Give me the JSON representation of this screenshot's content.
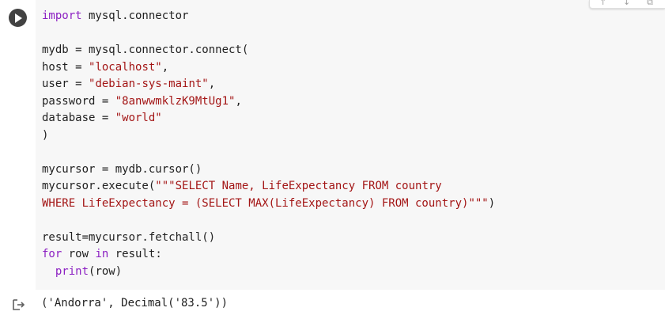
{
  "cell": {
    "run_icon": "play-icon",
    "toolbar_icons": [
      "arrow-up-icon",
      "arrow-down-icon",
      "link-icon"
    ],
    "code_lines": [
      [
        {
          "t": "kw",
          "v": "import"
        },
        {
          "t": "p",
          "v": " mysql.connector"
        }
      ],
      [],
      [
        {
          "t": "p",
          "v": "mydb = mysql.connector.connect("
        }
      ],
      [
        {
          "t": "p",
          "v": "host = "
        },
        {
          "t": "str",
          "v": "\"localhost\""
        },
        {
          "t": "p",
          "v": ","
        }
      ],
      [
        {
          "t": "p",
          "v": "user = "
        },
        {
          "t": "str",
          "v": "\"debian-sys-maint\""
        },
        {
          "t": "p",
          "v": ","
        }
      ],
      [
        {
          "t": "p",
          "v": "password = "
        },
        {
          "t": "str",
          "v": "\"8anwwmklzK9MtUg1\""
        },
        {
          "t": "p",
          "v": ","
        }
      ],
      [
        {
          "t": "p",
          "v": "database = "
        },
        {
          "t": "str",
          "v": "\"world\""
        }
      ],
      [
        {
          "t": "p",
          "v": ")"
        }
      ],
      [],
      [
        {
          "t": "p",
          "v": "mycursor = mydb.cursor()"
        }
      ],
      [
        {
          "t": "p",
          "v": "mycursor.execute("
        },
        {
          "t": "str",
          "v": "\"\"\"SELECT Name, LifeExpectancy FROM country"
        }
      ],
      [
        {
          "t": "str",
          "v": "WHERE LifeExpectancy = (SELECT MAX(LifeExpectancy) FROM country)\"\"\""
        },
        {
          "t": "p",
          "v": ")"
        }
      ],
      [],
      [
        {
          "t": "p",
          "v": "result=mycursor.fetchall()"
        }
      ],
      [
        {
          "t": "kw",
          "v": "for"
        },
        {
          "t": "p",
          "v": " row "
        },
        {
          "t": "kw",
          "v": "in"
        },
        {
          "t": "p",
          "v": " result:"
        }
      ],
      [
        {
          "t": "p",
          "v": "  "
        },
        {
          "t": "kw",
          "v": "print"
        },
        {
          "t": "p",
          "v": "(row)"
        }
      ]
    ]
  },
  "output": {
    "icon": "output-arrow-icon",
    "text": "('Andorra', Decimal('83.5'))"
  },
  "colors": {
    "keyword": "#8b1fc2",
    "string": "#a31515",
    "code_background": "#f7f7f7",
    "run_button": "#424242"
  }
}
